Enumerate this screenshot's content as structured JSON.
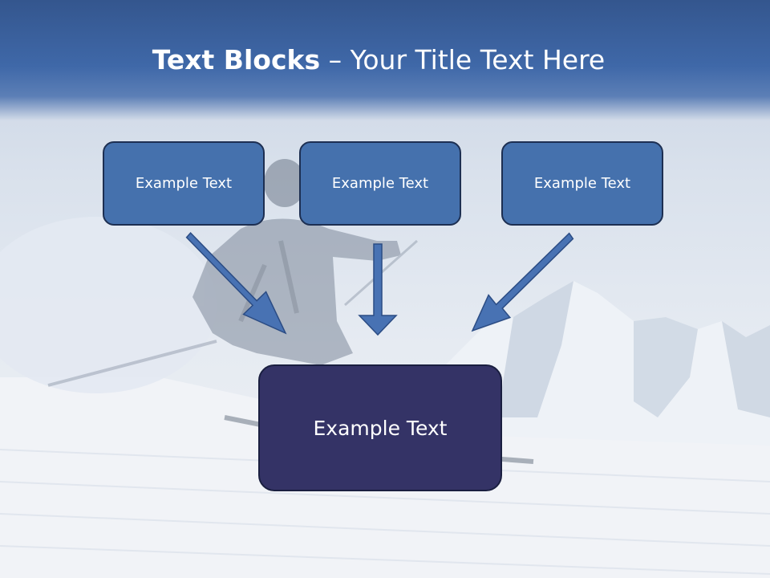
{
  "title": {
    "bold": "Text Blocks",
    "dash": " – ",
    "rest": "Your Title Text Here"
  },
  "blocks": [
    {
      "label": "Example Text"
    },
    {
      "label": "Example Text"
    },
    {
      "label": "Example Text"
    }
  ],
  "main_block": {
    "label": "Example Text"
  },
  "colors": {
    "header": "#3f68a8",
    "block_fill": "#4571ad",
    "block_border": "#1d2f52",
    "main_fill": "#343366",
    "arrow_fill": "#4872b3",
    "arrow_stroke": "#2b4c84"
  }
}
